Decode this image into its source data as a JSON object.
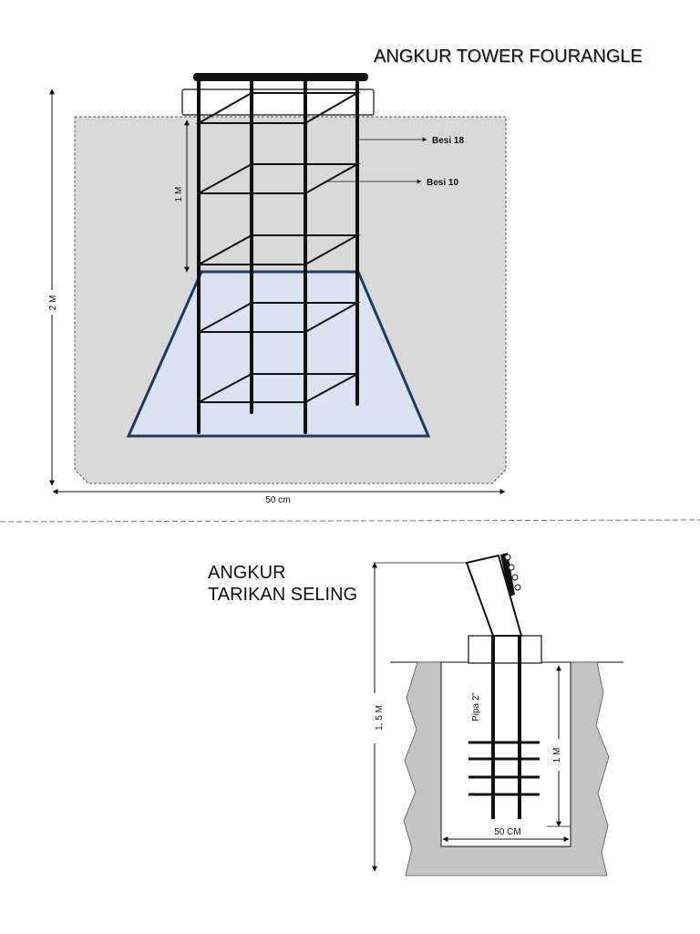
{
  "top_diagram": {
    "title": "ANGKUR TOWER FOURANGLE",
    "labels": {
      "besi_18": "Besi  18",
      "besi_10": "Besi  10",
      "height_total": "2 M",
      "height_cage": "1  M",
      "width": "50 cm"
    }
  },
  "bottom_diagram": {
    "title_line1": "ANGKUR",
    "title_line2": "TARIKAN SELING",
    "labels": {
      "pipe": "Pipa 2\"",
      "height_total": "1, 5 M",
      "height_rebar": "1 M",
      "width": "50 CM"
    }
  },
  "colors": {
    "soil_fill": "#d9d9d9",
    "concrete_fill": "#dbe3f3",
    "concrete_stroke": "#1f3a68",
    "rebar": "#111111"
  }
}
